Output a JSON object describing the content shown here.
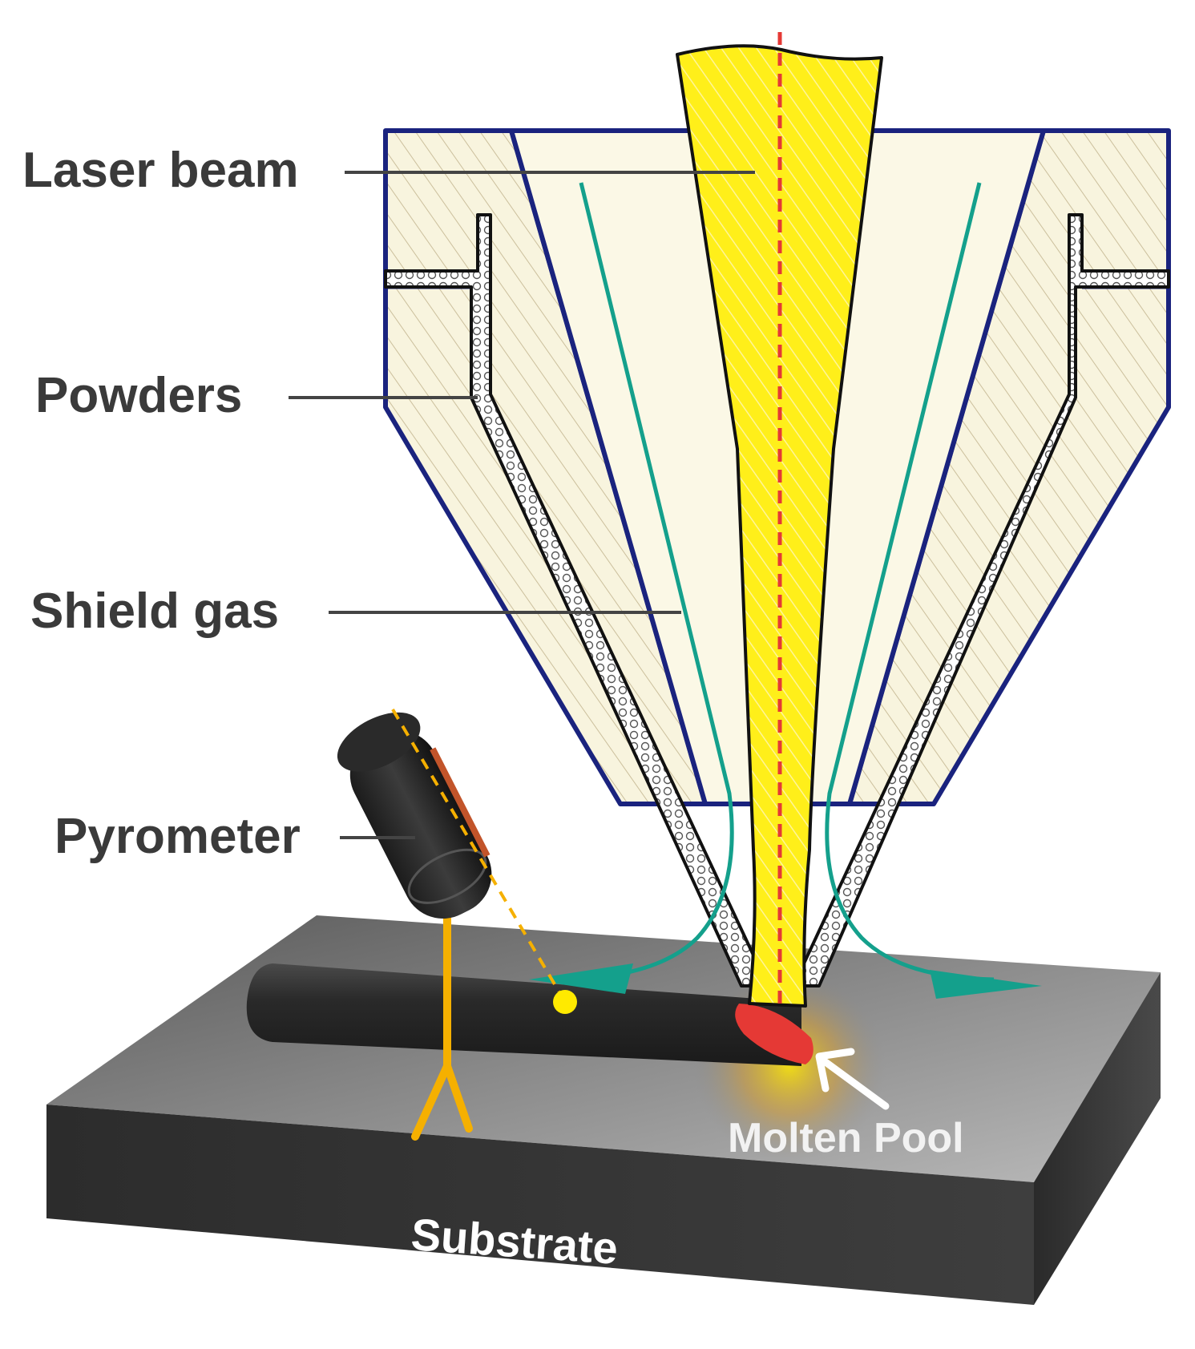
{
  "labels": {
    "laser_beam": "Laser beam",
    "powders": "Powders",
    "shield_gas": "Shield gas",
    "pyrometer": "Pyrometer",
    "molten_pool": "Molten Pool",
    "substrate": "Substrate"
  },
  "colors": {
    "nozzle_outline": "#1a237e",
    "nozzle_fill": "#f7f3dc",
    "hatch": "#c9bfa0",
    "laser": "#ffee00",
    "axis_line": "#e53935",
    "shield_gas": "#14a08c",
    "powder_channel": "#ffffff",
    "molten_pool": "#e53935",
    "pyrometer_stand": "#f5b000",
    "substrate": "#3b3b3b"
  }
}
